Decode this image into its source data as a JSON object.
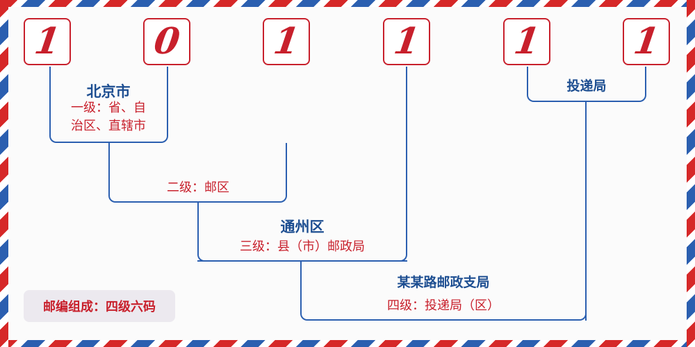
{
  "digits": [
    "1",
    "0",
    "1",
    "1",
    "1",
    "1"
  ],
  "levels": {
    "level1": {
      "title": "北京市",
      "desc_line1": "一级：省、自",
      "desc_line2": "治区、直辖市"
    },
    "level2": {
      "desc": "二级：邮区"
    },
    "level3": {
      "title": "通州区",
      "desc": "三级：县（市）邮政局"
    },
    "level4": {
      "title": "某某路邮政支局",
      "desc": "四级：投递局（区）"
    },
    "delivery": {
      "title": "投递局"
    }
  },
  "badge": {
    "label": "邮编组成：四级六码"
  },
  "colors": {
    "red": "#c8202c",
    "blue": "#2b5fb0",
    "dark_blue": "#1d4e91",
    "badge_bg": "#ece9ef"
  }
}
